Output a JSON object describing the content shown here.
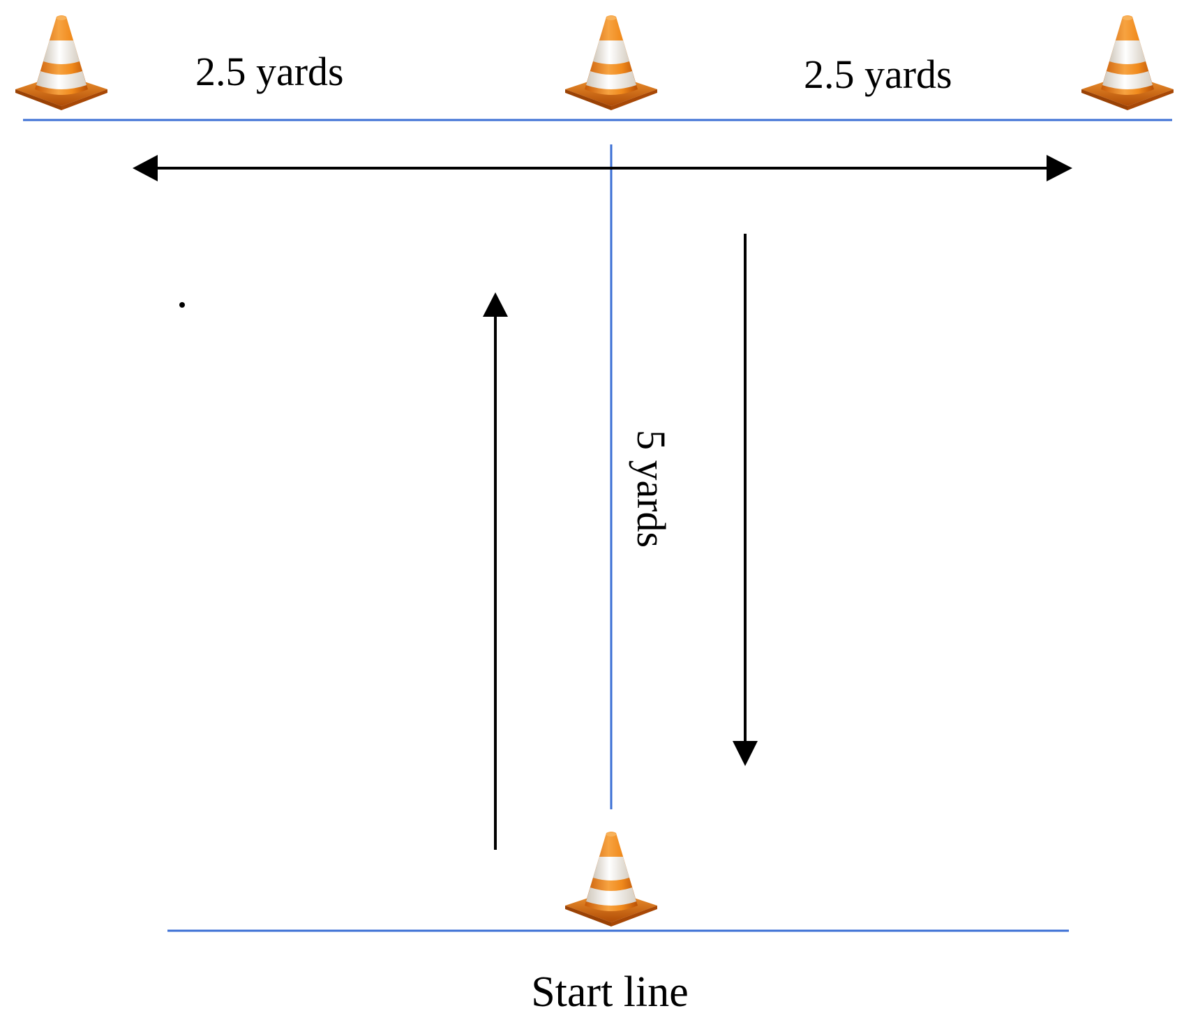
{
  "labels": {
    "left_distance": "2.5 yards",
    "right_distance": "2.5 yards",
    "vertical_distance": "5 yards",
    "start_line": "Start line"
  },
  "icons": {
    "cone": "traffic-cone-icon"
  },
  "colors": {
    "guide_line": "#3b6fd4",
    "arrow": "#000000",
    "cone_orange": "#f08a1c",
    "cone_dark": "#c85a08",
    "cone_stripe": "#f4f1ea",
    "background": "#ffffff"
  }
}
